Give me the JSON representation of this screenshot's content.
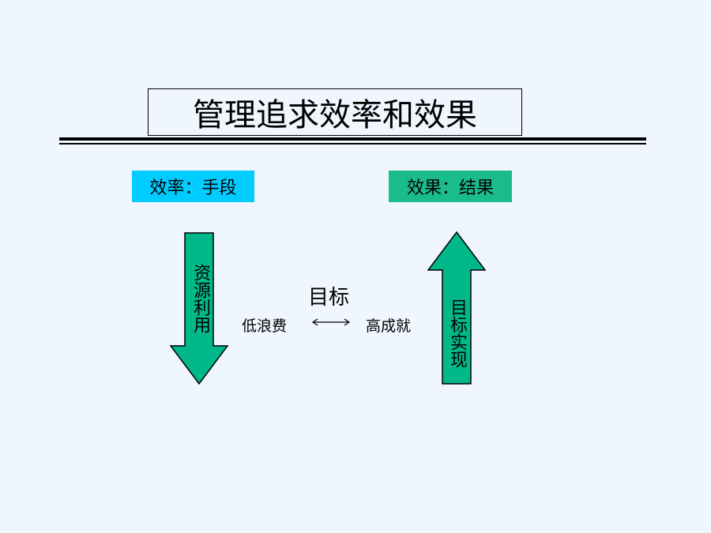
{
  "title": "管理追求效率和效果",
  "efficiency": {
    "label": "效率：手段",
    "color": "#00ccff",
    "arrow_label": "资源利用"
  },
  "effectiveness": {
    "label": "效果：结果",
    "color": "#1abc8a",
    "arrow_label": "目标实现"
  },
  "goal": {
    "label": "目标",
    "left_label": "低浪费",
    "right_label": "高成就"
  },
  "colors": {
    "background": "#f0f6fe",
    "arrow_fill": "#00b88a",
    "text": "#000000"
  },
  "icons": {
    "down_arrow": "down-arrow-icon",
    "up_arrow": "up-arrow-icon",
    "double_arrow": "left-right-arrow-icon"
  }
}
